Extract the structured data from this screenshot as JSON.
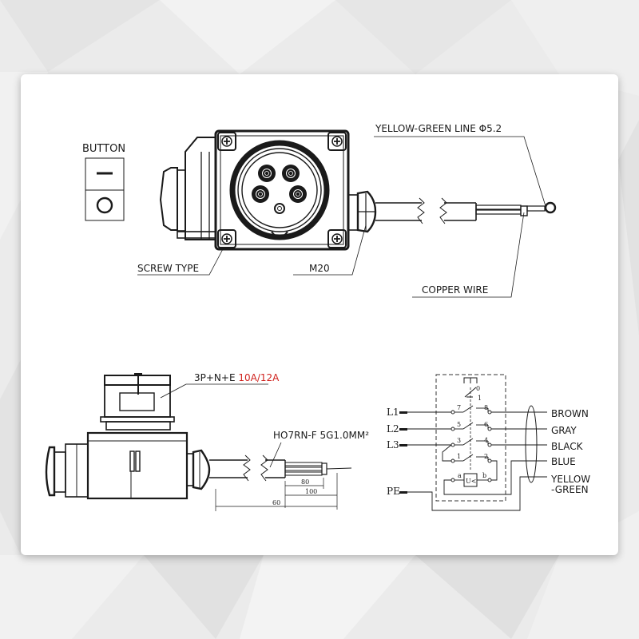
{
  "top_view": {
    "button_legend": {
      "title": "BUTTON",
      "on_symbol": "—",
      "off_symbol": "O"
    },
    "callouts": {
      "screw_type": "SCREW TYPE",
      "gland": "M20",
      "yellow_green_line": "YELLOW-GREEN LINE Φ5.2",
      "copper_wire": "COPPER WIRE"
    }
  },
  "side_view": {
    "socket_rating_prefix": "3P+N+E ",
    "socket_rating_current": "10A/12A",
    "cable_spec": "HO7RN-F 5G1.0MM²",
    "dimensions": {
      "d1": "80",
      "d2": "100",
      "d3": "60"
    }
  },
  "schematic": {
    "inputs": [
      "L1",
      "L2",
      "L3",
      "PE"
    ],
    "contact_numbers": [
      "0",
      "1",
      "7",
      "8",
      "5",
      "6",
      "3",
      "4",
      "1",
      "2",
      "a",
      "b"
    ],
    "coil_label": "U<",
    "outputs": [
      "BROWN",
      "GRAY",
      "BLACK",
      "BLUE",
      "YELLOW",
      "-GREEN"
    ]
  },
  "colors": {
    "accent_red": "#d0211c",
    "line": "#1a1a1a",
    "background": "#ececec",
    "card": "#ffffff"
  }
}
